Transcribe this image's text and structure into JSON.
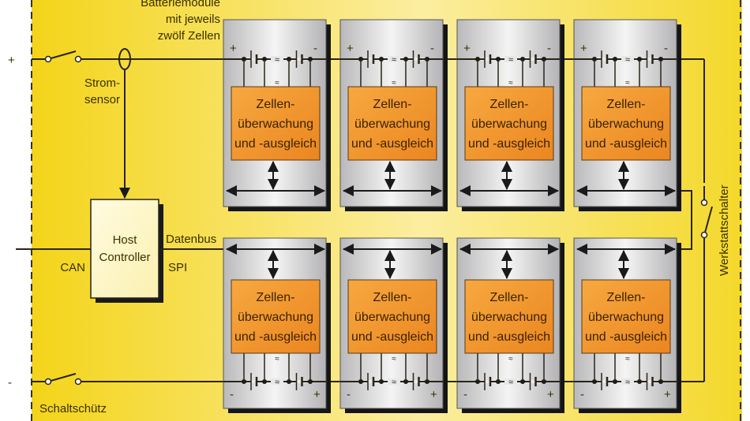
{
  "labels": {
    "modules_caption": [
      "Batteriemodule",
      "mit jeweils",
      "zwölf Zellen"
    ],
    "current_sensor": [
      "Strom-",
      "sensor"
    ],
    "host": [
      "Host",
      "Controller"
    ],
    "can": "CAN",
    "databus": "Datenbus",
    "spi": "SPI",
    "contactor": "Schaltschütz",
    "service_switch": "Werkstattschalter",
    "plus": "+",
    "minus": "-"
  },
  "module_text": [
    "Zellen-",
    "überwachung",
    "und -ausgleich"
  ],
  "module_count_per_row": 4,
  "colors": {
    "yellow": "#f5dc1e",
    "orange": "#f0942a",
    "line": "#2a2418"
  }
}
